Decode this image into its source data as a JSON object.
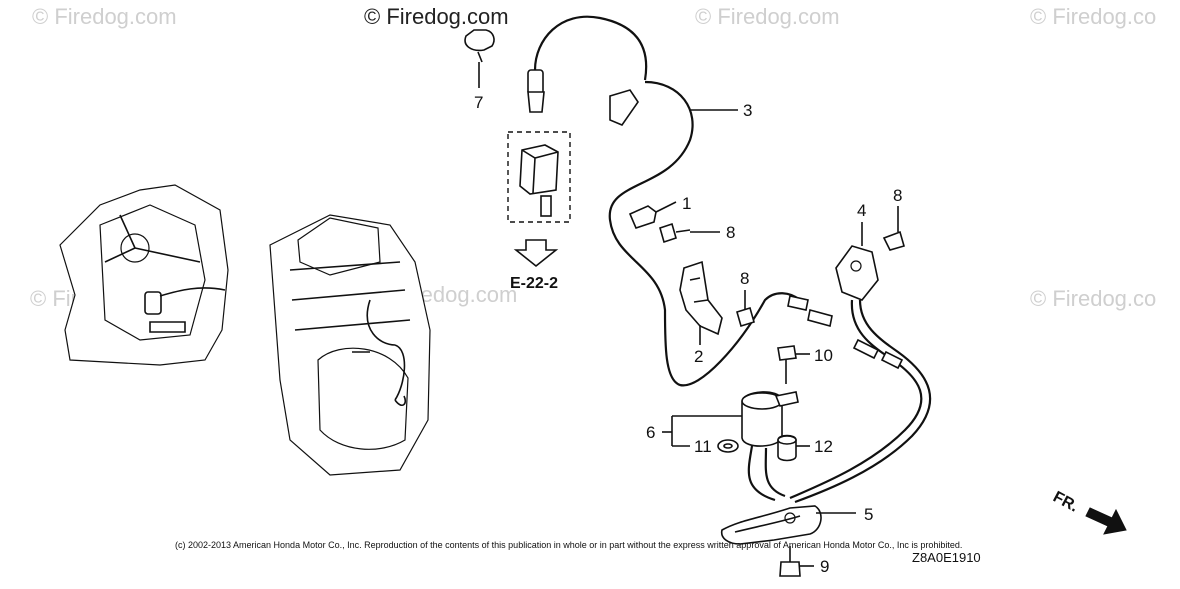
{
  "watermarks": {
    "main": "© Firedog.com",
    "top_left": "© Firedog.com",
    "top_right_mid": "© Firedog.com",
    "top_right": "© Firedog.co",
    "mid_left": "© Firedog.com",
    "mid_center": "Firedog.com",
    "mid_right": "© Firedog.co"
  },
  "callouts": {
    "c1": "1",
    "c2": "2",
    "c3": "3",
    "c4": "4",
    "c5": "5",
    "c6": "6",
    "c7": "7",
    "c8a": "8",
    "c8b": "8",
    "c8c": "8",
    "c9": "9",
    "c10": "10",
    "c11": "11",
    "c12": "12"
  },
  "reference": "E-22-2",
  "direction_label": "FR.",
  "footer": {
    "copyright": "(c) 2002-2013 American Honda Motor Co., Inc. Reproduction of the contents of this publication in whole or in part without the express written approval of American Honda Motor Co., Inc is prohibited.",
    "diagram_code": "Z8A0E1910"
  }
}
